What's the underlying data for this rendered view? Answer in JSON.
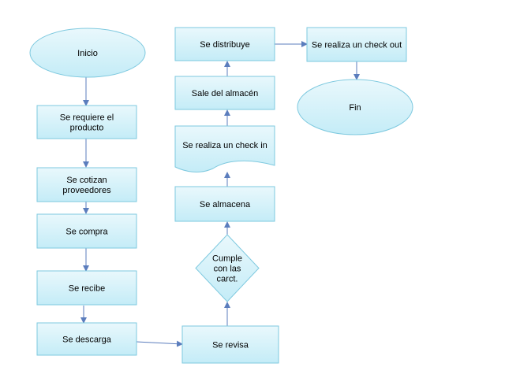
{
  "nodes": {
    "inicio": {
      "lines": [
        "Inicio"
      ],
      "shape": "ellipse"
    },
    "requiere": {
      "lines": [
        "Se requiere el",
        "producto"
      ],
      "shape": "process"
    },
    "cotizan": {
      "lines": [
        "Se cotizan",
        "proveedores"
      ],
      "shape": "process"
    },
    "compra": {
      "lines": [
        "Se compra"
      ],
      "shape": "process"
    },
    "recibe": {
      "lines": [
        "Se recibe"
      ],
      "shape": "process"
    },
    "descarga": {
      "lines": [
        "Se descarga"
      ],
      "shape": "process"
    },
    "revisa": {
      "lines": [
        "Se revisa"
      ],
      "shape": "process"
    },
    "cumple": {
      "lines": [
        "Cumple",
        "con las",
        "carct."
      ],
      "shape": "decision"
    },
    "almacena": {
      "lines": [
        "Se almacena"
      ],
      "shape": "process"
    },
    "checkin": {
      "lines": [
        "Se realiza un check in"
      ],
      "shape": "document"
    },
    "sale": {
      "lines": [
        "Sale del almacén"
      ],
      "shape": "process"
    },
    "distribuye": {
      "lines": [
        "Se distribuye"
      ],
      "shape": "process"
    },
    "checkout": {
      "lines": [
        "Se realiza un check out"
      ],
      "shape": "process"
    },
    "fin": {
      "lines": [
        "Fin"
      ],
      "shape": "ellipse"
    }
  },
  "edges": [
    [
      "inicio",
      "requiere"
    ],
    [
      "requiere",
      "cotizan"
    ],
    [
      "cotizan",
      "compra"
    ],
    [
      "compra",
      "recibe"
    ],
    [
      "recibe",
      "descarga"
    ],
    [
      "descarga",
      "revisa"
    ],
    [
      "revisa",
      "cumple"
    ],
    [
      "cumple",
      "almacena"
    ],
    [
      "almacena",
      "checkin"
    ],
    [
      "checkin",
      "sale"
    ],
    [
      "sale",
      "distribuye"
    ],
    [
      "distribuye",
      "checkout"
    ],
    [
      "checkout",
      "fin"
    ]
  ],
  "colors": {
    "fill_top": "#e9f8fc",
    "fill_bottom": "#c4ecf7",
    "stroke": "#7ec9df",
    "arrow": "#5b7dbd"
  }
}
